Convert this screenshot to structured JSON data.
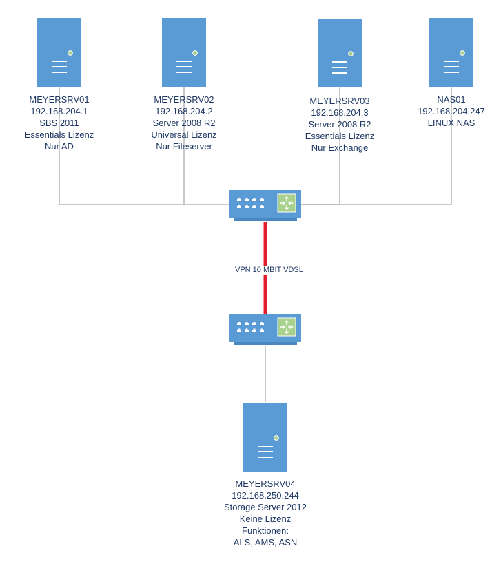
{
  "colors": {
    "device_fill": "#5b9bd5",
    "device_edge": "#4a86bf",
    "device_lines": "#ffffff",
    "status_led": "#a9d18e",
    "router_panel": "#a9d18e",
    "wire": "#a6a6a6",
    "vpn_link": "#e41e2b",
    "text": "#1f3864"
  },
  "icons": {
    "server": "server-tower-icon",
    "switch": "network-switch-icon"
  },
  "servers": [
    {
      "lines": [
        "MEYERSRV01",
        "192.168.204.1",
        "SBS 2011",
        "Essentials Lizenz",
        "Nur AD"
      ]
    },
    {
      "lines": [
        "MEYERSRV02",
        "192.168.204.2",
        "Server 2008 R2",
        "Universal Lizenz",
        "Nur Fileserver"
      ]
    },
    {
      "lines": [
        "MEYERSRV03",
        "192.168.204.3",
        "Server 2008 R2",
        "Essentials Lizenz",
        "Nur Exchange"
      ]
    },
    {
      "lines": [
        "NAS01",
        "192.168.204.247",
        "LINUX NAS"
      ]
    },
    {
      "lines": [
        "MEYERSRV04",
        "192.168.250.244",
        "Storage Server 2012",
        "Keine Lizenz",
        "Funktionen:",
        "ALS, AMS, ASN"
      ]
    }
  ],
  "links": {
    "vpn_label": "VPN 10 MBIT VDSL"
  }
}
